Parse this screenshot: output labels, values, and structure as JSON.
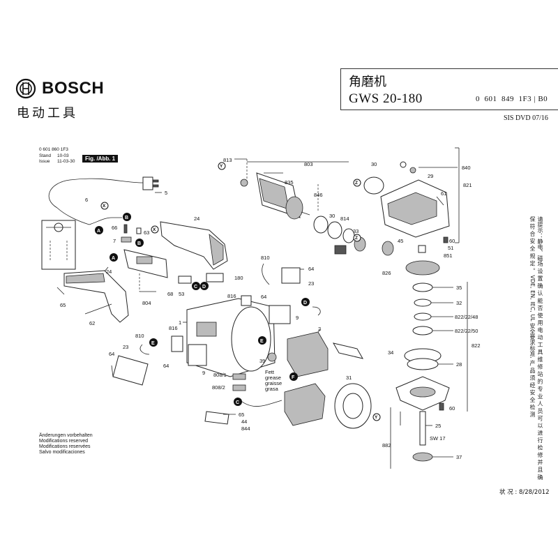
{
  "header": {
    "brand": "BOSCH",
    "brand_subtitle": "电动工具",
    "title_zh": "角磨机",
    "model": "GWS 20-180",
    "part_number": "0  601  849  1F3 | B0",
    "sis_line": "SIS DVD 07/16"
  },
  "doc_meta": {
    "doc_number": "0 601 860 1F3",
    "stand_label": "Stand",
    "stand_value": "10-03",
    "issue_label": "Issue",
    "issue_value": "11-03-30",
    "figure_label": "Fig. /Abb. 1"
  },
  "notes": {
    "line1": "Änderungen vorbehalten",
    "line2": "Modifications reserved",
    "line3": "Modifications reservées",
    "line4": "Salvo modificaciones"
  },
  "footer": {
    "status": "状 况 : 8/28/2012"
  },
  "side_text": "请提示：静电、磁场 设 置 确 认 能 否 使 用 电 动 工 具 维 修 站 的 专 业 人 员 可 以 进 行 检 修 并 且 确 保 符 合 安 全 规 定 。 VDE, EN, IEC, UL 安全要求标准, 产 品 须 经 安 全 检 测",
  "grease_label": "Fett\ngrease\ngraisse\ngrasa",
  "callouts": {
    "c813": "813",
    "c803": "803",
    "c835": "835",
    "c846": "846",
    "c30a": "30",
    "c814": "814",
    "c33": "33",
    "c5": "5",
    "c6": "6",
    "c66": "66",
    "c63": "63",
    "c7": "7",
    "c24a": "24",
    "c24b": "24",
    "c65": "65",
    "c62": "62",
    "c804": "804",
    "c68": "68",
    "c53": "53",
    "c180": "180",
    "c810a": "810",
    "c816a": "816",
    "c64a": "64",
    "c64b": "64",
    "c23a": "23",
    "c9": "9",
    "c1": "1",
    "c816b": "816",
    "c810b": "810",
    "c23b": "23",
    "c64c": "64",
    "c64d": "64",
    "c9b": "9",
    "c8081": "808/1",
    "c8082": "808/2",
    "c39": "39",
    "c2": "2",
    "c31": "31",
    "c65b": "65",
    "c44": "44",
    "c844": "844",
    "c30b": "30",
    "c29": "29",
    "c840": "840",
    "c821": "821",
    "c61": "61",
    "c45": "45",
    "c60a": "60",
    "c51": "51",
    "c851": "851",
    "c826": "826",
    "c35": "35",
    "c32": "32",
    "c8224": "822/22/48",
    "c8225": "822/22/50",
    "c34": "34",
    "c28": "28",
    "c822": "822",
    "c60b": "60",
    "c25": "25",
    "c882": "882",
    "csw": "SW 17",
    "c37": "37"
  },
  "letters": {
    "A": "A",
    "B": "B",
    "C": "C",
    "D": "D",
    "E": "E",
    "F": "F",
    "X": "X",
    "Y": "Y",
    "Z": "Z"
  }
}
